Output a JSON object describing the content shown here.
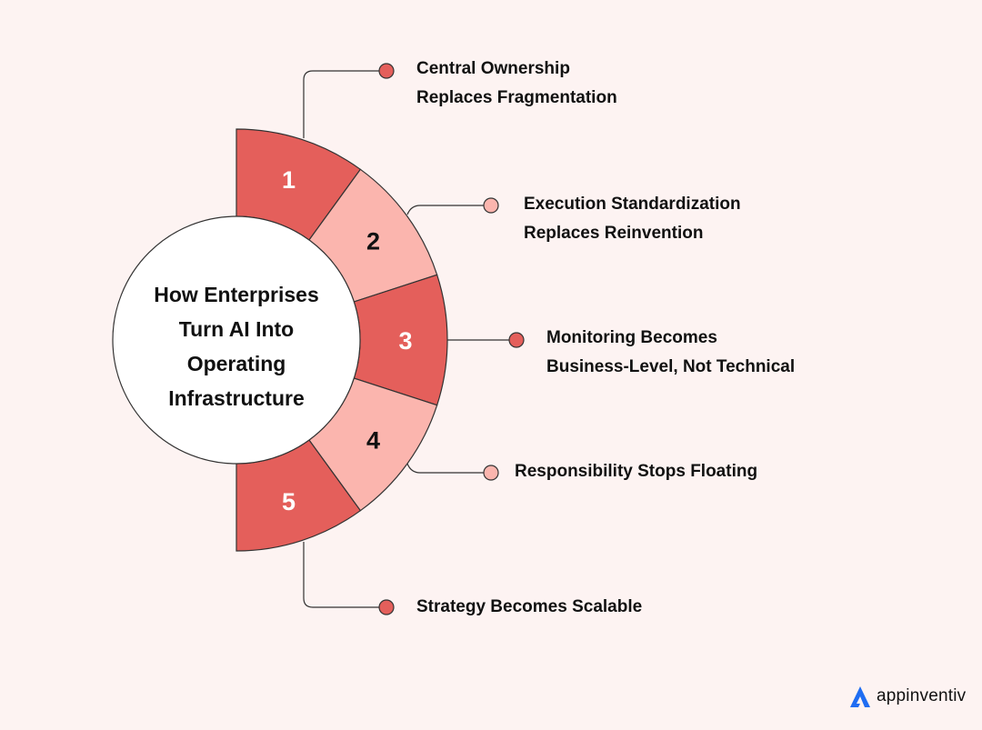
{
  "title_lines": [
    "How Enterprises",
    "Turn AI Into",
    "Operating",
    "Infrastructure"
  ],
  "segments": [
    {
      "number": "1",
      "label_lines": [
        "Central Ownership",
        "Replaces Fragmentation"
      ],
      "color": "#e45f5b"
    },
    {
      "number": "2",
      "label_lines": [
        "Execution Standardization",
        "Replaces Reinvention"
      ],
      "color": "#fbb5ae"
    },
    {
      "number": "3",
      "label_lines": [
        "Monitoring Becomes",
        "Business-Level, Not Technical"
      ],
      "color": "#e45f5b"
    },
    {
      "number": "4",
      "label_lines": [
        "Responsibility Stops Floating"
      ],
      "color": "#fbb5ae"
    },
    {
      "number": "5",
      "label_lines": [
        "Strategy Becomes Scalable"
      ],
      "color": "#e45f5b"
    }
  ],
  "colors": {
    "background": "#fdf3f2",
    "dark_segment": "#e45f5b",
    "light_segment": "#fbb5ae",
    "outline": "#333333",
    "logo_blue": "#1f6df2"
  },
  "logo": {
    "text": "appinventiv",
    "icon": "appinventiv-logo-icon"
  }
}
